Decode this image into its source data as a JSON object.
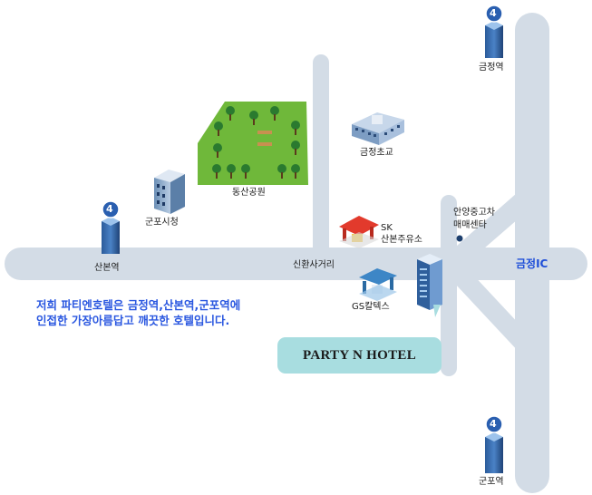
{
  "map": {
    "labels": {
      "geumjeong_station_top": "금정역",
      "geumjeong_school": "금정초교",
      "dongsan_park": "동산공원",
      "gunpo_city_hall": "군포시청",
      "sanbon_station": "산본역",
      "sinhwan_intersection": "신환사거리",
      "sk_brand": "SK",
      "sk_station": "산본주유소",
      "used_car_line1": "안양중고차",
      "used_car_line2": "매매센타",
      "geumjeong_ic": "금정IC",
      "gs_caltex": "GS칼텍스",
      "gunpo_station_bottom": "군포역"
    },
    "subway_line_number": "4",
    "description_line1": "저희 파티엔호텔은 금정역,산본역,군포역에",
    "description_line2": "인접한 가장아름답고 깨끗한 호텔입니다.",
    "hotel_name": "PARTY N HOTEL"
  },
  "colors": {
    "road": "#d3dce6",
    "park": "#6fb83a",
    "badge": "#a8dde0",
    "text_blue": "#2a57e0",
    "subway_dark": "#1d3f6e"
  }
}
